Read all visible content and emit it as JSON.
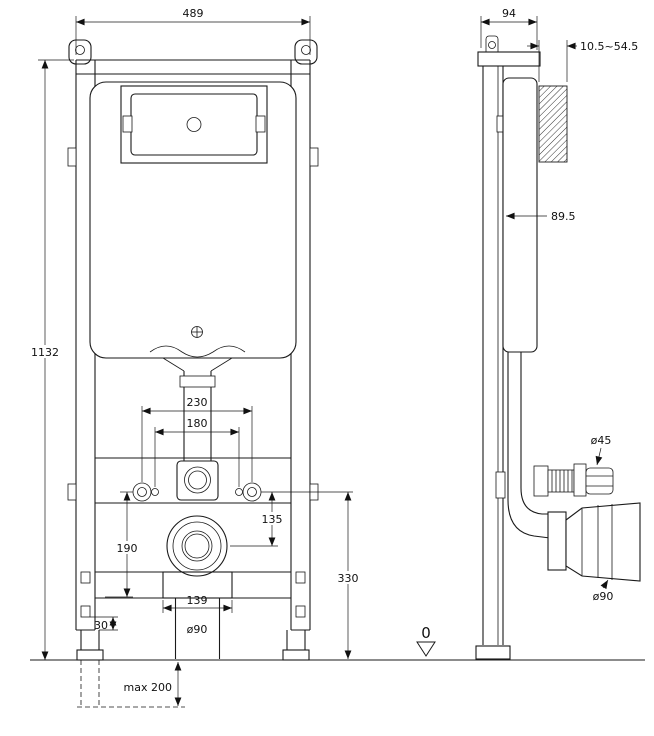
{
  "front_view": {
    "width": "489",
    "height": "1132",
    "spacing_230": "230",
    "spacing_180": "180",
    "dim_135": "135",
    "dim_190": "190",
    "dim_330": "330",
    "dim_139": "139",
    "outlet_dia": "ø90",
    "dim_30": "30",
    "max_leg": "max 200"
  },
  "side_view": {
    "depth": "94",
    "adjust_range": "10.5~54.5",
    "dim_89_5": "89.5",
    "inlet_dia": "ø45",
    "outlet_dia": "ø90",
    "datum": "0"
  }
}
